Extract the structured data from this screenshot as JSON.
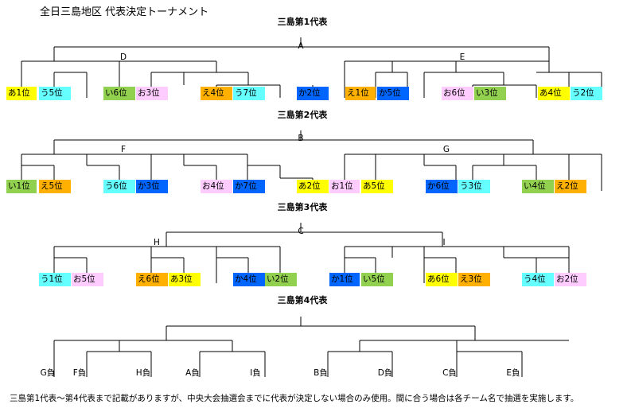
{
  "title": "全日三島地区 代表決定トーナメント",
  "colors": {
    "あ": "#ffff00",
    "い": "#92d050",
    "う": "#66ffff",
    "え": "#ffb000",
    "お": "#ffccff",
    "か": "#0066ff"
  },
  "brackets": [
    {
      "title": "三島第1代表",
      "matches": [
        "A",
        "D",
        "E"
      ],
      "teams": [
        "あ1位",
        "う5位",
        "い6位",
        "お3位",
        "え4位",
        "う7位",
        "か2位",
        "え1位",
        "か5位",
        "お6位",
        "い3位",
        "あ4位",
        "う2位"
      ]
    },
    {
      "title": "三島第2代表",
      "matches": [
        "B",
        "F",
        "G"
      ],
      "teams": [
        "い1位",
        "え5位",
        "う6位",
        "か3位",
        "お4位",
        "か7位",
        "あ2位",
        "お1位",
        "あ5位",
        "か6位",
        "う3位",
        "い4位",
        "え2位"
      ]
    },
    {
      "title": "三島第3代表",
      "matches": [
        "C",
        "H",
        "I"
      ],
      "teams": [
        "う1位",
        "お5位",
        "え6位",
        "あ3位",
        "か4位",
        "い2位",
        "か1位",
        "い5位",
        "あ6位",
        "え3位",
        "う4位",
        "お2位"
      ]
    },
    {
      "title": "三島第4代表",
      "teams": [
        "G負",
        "F負",
        "H負",
        "A負",
        "I負",
        "B負",
        "D負",
        "C負",
        "E負"
      ]
    }
  ],
  "footer": "三島第1代表～第4代表まで記載がありますが、中央大会抽選会までに代表が決定しない場合のみ使用。間に合う場合は各チーム名で抽選を実施します。"
}
